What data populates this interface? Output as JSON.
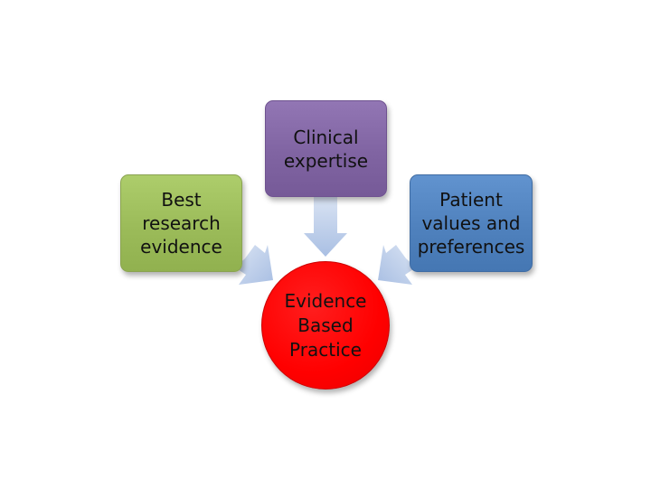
{
  "diagram": {
    "inputs": [
      {
        "label": "Best\nresearch\nevidence",
        "color": "#9bbb59"
      },
      {
        "label": "Clinical\nexpertise",
        "color": "#8064a2"
      },
      {
        "label": "Patient\nvalues and\npreferences",
        "color": "#4f81bd"
      }
    ],
    "center": {
      "label": "Evidence\nBased\nPractice",
      "color": "#ff0000"
    },
    "arrow_color": "#b3c7e6"
  }
}
